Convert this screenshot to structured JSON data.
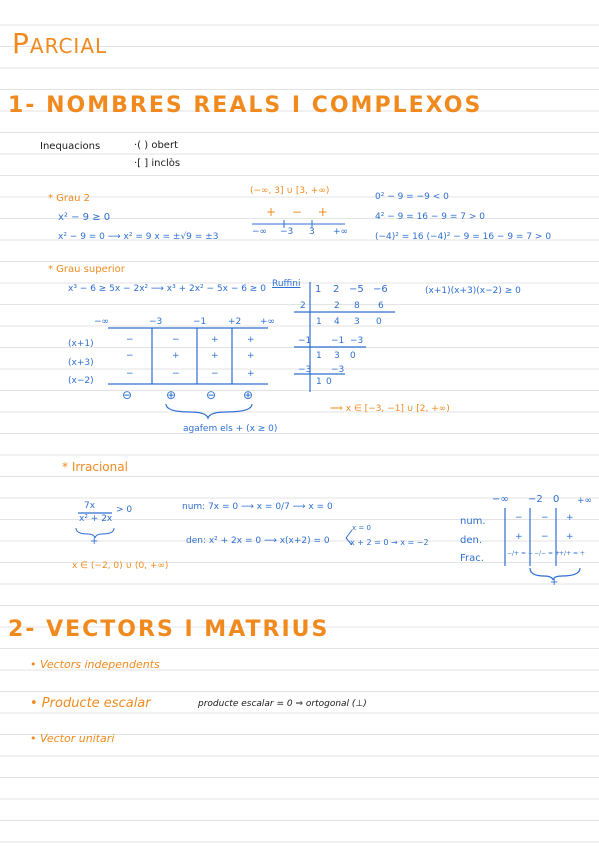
{
  "title": "Parcial",
  "section1": {
    "heading": "1- NOMBRES REALS I COMPLEXOS",
    "inequacions_label": "Inequacions",
    "obert": "·( ) obert",
    "inclos": "·[ ] inclòs",
    "grau2": {
      "label": "* Grau 2",
      "line1": "x² − 9 ≥ 0",
      "line2": "x² − 9 = 0 ⟶ x² = 9   x = ±√9 = ±3",
      "interval": "(−∞, 3] ∪ [3, +∞)",
      "signs": "+   −   +",
      "axis_labels": [
        "−∞",
        "−3",
        "3",
        "+∞"
      ],
      "check1": "0² − 9 = −9 < 0",
      "check2": "4² − 9 = 16 − 9 = 7 > 0",
      "check3": "(−4)² = 16    (−4)² − 9 = 16 − 9 = 7 > 0"
    },
    "grau_superior": {
      "label": "* Grau superior",
      "equation": "x³ − 6 ≥ 5x − 2x² ⟶ x³ + 2x² − 5x − 6 ≥ 0",
      "ruffini": "Ruffini",
      "factored": "(x+1)(x+3)(x−2) ≥ 0",
      "ruffini_rows": [
        [
          "",
          "1",
          "2",
          "−5",
          "−6"
        ],
        [
          "2",
          "",
          "2",
          "8",
          "6"
        ],
        [
          "",
          "1",
          "4",
          "3",
          "0"
        ],
        [
          "−1",
          "",
          "−1",
          "−3",
          ""
        ],
        [
          "",
          "1",
          "3",
          "0",
          ""
        ],
        [
          "−3",
          "",
          "−3",
          "",
          ""
        ],
        [
          "",
          "1",
          "0",
          "",
          ""
        ]
      ],
      "table_header": [
        "−∞",
        "−3",
        "−1",
        "+2",
        "+∞"
      ],
      "row_labels": [
        "(x+1)",
        "(x+3)",
        "(x−2)"
      ],
      "rows": [
        [
          "−",
          "−",
          "+",
          "+"
        ],
        [
          "−",
          "+",
          "+",
          "+"
        ],
        [
          "−",
          "−",
          "−",
          "+"
        ]
      ],
      "result_signs": [
        "⊖",
        "⊕",
        "⊖",
        "⊕"
      ],
      "brace_note": "agafem els + (x ≥ 0)",
      "solution": "⟹ x ∈ [−3, −1] ∪ [2, +∞)"
    },
    "irracional": {
      "label": "* Irracional",
      "fraction_num": "7x",
      "fraction_den": "x² + 2x",
      "gt_zero": "> 0",
      "plus": "+",
      "num_line": "num: 7x = 0 ⟶ x = 0/7 ⟶ x = 0",
      "den_line": "den: x² + 2x = 0 ⟶ x(x+2) = 0",
      "den_branch1": "x = 0",
      "den_branch2": "x + 2 = 0 → x = −2",
      "solution": "x ∈ (−2, 0) ∪ (0, +∞)",
      "table_header": [
        "−∞",
        "−2",
        "0",
        "+∞"
      ],
      "row_labels": [
        "num.",
        "den.",
        "Frac."
      ],
      "rows": [
        [
          "−",
          "−",
          "+"
        ],
        [
          "+",
          "−",
          "+"
        ],
        [
          "−/+ = −",
          "−/− = +",
          "+/+ = +"
        ]
      ],
      "brace_plus": "+"
    }
  },
  "section2": {
    "heading": "2- VECTORS I MATRIUS",
    "items": [
      "• Vectors independents",
      "• Producte escalar",
      "• Vector unitari"
    ],
    "producte_note": "producte escalar = 0 ⇒ ortogonal (⊥)"
  },
  "colors": {
    "heading": "#f08a1e",
    "math": "#2f6fd1",
    "ink": "#1a1a1a",
    "rule": "#e3e3e3"
  }
}
